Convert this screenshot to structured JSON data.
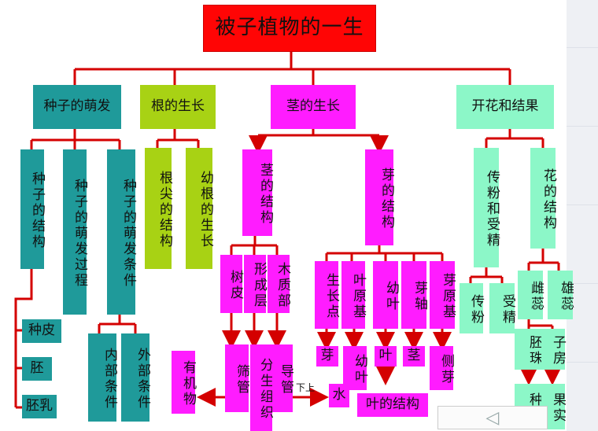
{
  "title": "被子植物的一生",
  "branches": {
    "seed": "种子的萌发",
    "root": "根的生长",
    "stem": "茎的生长",
    "flower": "开花和结果"
  },
  "seed": {
    "structure": "种子的结构",
    "process": "种子的萌发过程",
    "conditions": "种子的萌发条件",
    "coat": "种皮",
    "embryo": "胚",
    "endosperm": "胚乳",
    "inner": "内部条件",
    "outer": "外部条件"
  },
  "root": {
    "tip": "根尖的结构",
    "young": "幼根的生长"
  },
  "stem": {
    "structure": "茎的结构",
    "bark": "树皮",
    "cambium": "形成层",
    "xylem": "木质部",
    "sieve": "筛管",
    "meristem": "分生组织",
    "vessel": "导管",
    "organic": "有机物",
    "water": "水",
    "updown": "下上"
  },
  "bud": {
    "structure": "芽的结构",
    "growth_point": "生长点",
    "primordium": "叶原基",
    "young_leaf": "幼叶",
    "axis": "芽轴",
    "bud_primordium": "芽原基",
    "bud": "芽",
    "young_leaf2": "幼叶",
    "leaf": "叶",
    "stem": "茎",
    "side_bud": "侧芽",
    "leaf_structure": "叶的结构"
  },
  "flower": {
    "pollination": "传粉和受精",
    "flower_structure": "花的结构",
    "pollen_transfer": "传粉",
    "fertilization": "受精",
    "pistil": "雌蕊",
    "stamen": "雄蕊",
    "ovule": "胚珠",
    "ovary": "子房",
    "seed": "种子",
    "fruit": "果实"
  },
  "nav": {
    "back_icon": "◁"
  }
}
